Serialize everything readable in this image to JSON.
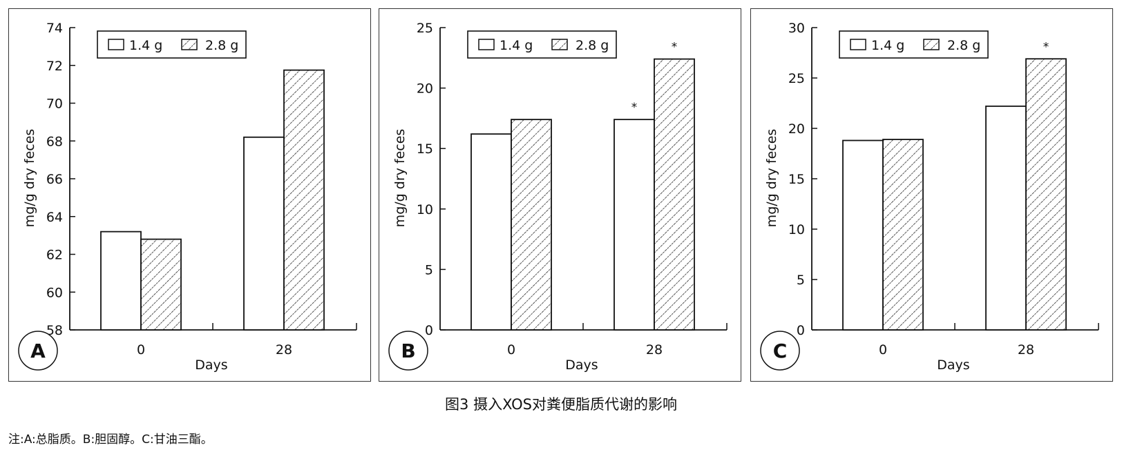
{
  "figure": {
    "caption": "图3 摄入XOS对粪便脂质代谢的影响",
    "note": "注:A:总脂质。B:胆固醇。C:甘油三酯。"
  },
  "chart_data": [
    {
      "type": "bar",
      "panel_label": "A",
      "title": "",
      "xlabel": "Days",
      "ylabel": "mg/g dry feces",
      "categories": [
        "0",
        "28"
      ],
      "ylim": [
        58,
        74
      ],
      "yticks": [
        58,
        60,
        62,
        64,
        66,
        68,
        70,
        72,
        74
      ],
      "legend": {
        "position": "top-left",
        "entries": [
          "1.4 g",
          "2.8 g"
        ]
      },
      "series": [
        {
          "name": "1.4 g",
          "values": [
            63.2,
            68.2
          ],
          "significance": [
            "",
            ""
          ]
        },
        {
          "name": "2.8 g",
          "values": [
            62.8,
            71.75
          ],
          "significance": [
            "",
            ""
          ]
        }
      ]
    },
    {
      "type": "bar",
      "panel_label": "B",
      "title": "",
      "xlabel": "Days",
      "ylabel": "mg/g dry feces",
      "categories": [
        "0",
        "28"
      ],
      "ylim": [
        0,
        25
      ],
      "yticks": [
        0,
        5,
        10,
        15,
        20,
        25
      ],
      "legend": {
        "position": "top-left",
        "entries": [
          "1.4 g",
          "2.8 g"
        ]
      },
      "series": [
        {
          "name": "1.4 g",
          "values": [
            16.2,
            17.4
          ],
          "significance": [
            "",
            "*"
          ]
        },
        {
          "name": "2.8 g",
          "values": [
            17.4,
            22.4
          ],
          "significance": [
            "",
            "*"
          ]
        }
      ]
    },
    {
      "type": "bar",
      "panel_label": "C",
      "title": "",
      "xlabel": "Days",
      "ylabel": "mg/g dry feces",
      "categories": [
        "0",
        "28"
      ],
      "ylim": [
        0,
        30
      ],
      "yticks": [
        0,
        5,
        10,
        15,
        20,
        25,
        30
      ],
      "legend": {
        "position": "top-left",
        "entries": [
          "1.4 g",
          "2.8 g"
        ]
      },
      "series": [
        {
          "name": "1.4 g",
          "values": [
            18.8,
            22.2
          ],
          "significance": [
            "",
            ""
          ]
        },
        {
          "name": "2.8 g",
          "values": [
            18.9,
            26.9
          ],
          "significance": [
            "",
            "*"
          ]
        }
      ]
    }
  ]
}
